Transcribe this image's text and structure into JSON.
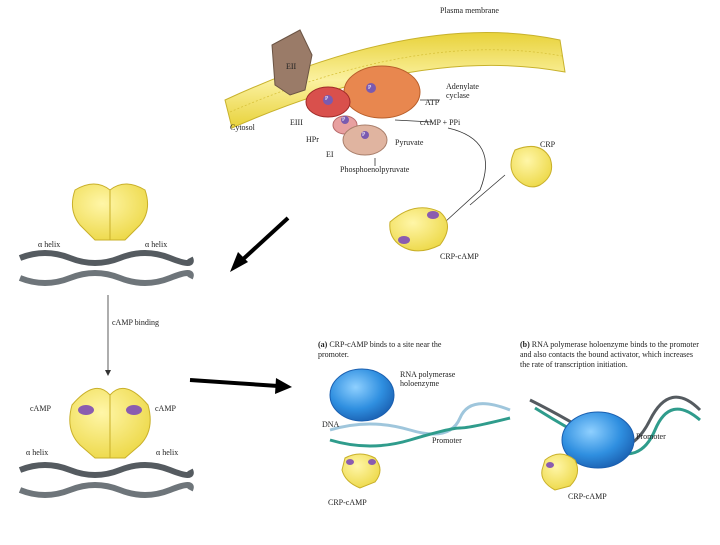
{
  "membrane_panel": {
    "plasma_membrane": "Plasma membrane",
    "eii": "EII",
    "eiii": "EIII",
    "adenylate_cyclase": "Adenylate cyclase",
    "atp": "ATP",
    "camp_ppi": "cAMP + PPi",
    "cytosol": "Cytosol",
    "hpr": "HPr",
    "ei": "EI",
    "pyruvate": "Pyruvate",
    "phosphoenolpyruvate": "Phosphoenolpyruvate",
    "p_symbol": "P",
    "crp": "CRP",
    "crp_camp": "CRP-cAMP"
  },
  "left_panel": {
    "alpha_helix": "α helix",
    "camp_binding": "cAMP binding",
    "camp": "cAMP"
  },
  "promoter_panel_a": {
    "caption_letter": "(a)",
    "caption": "CRP-cAMP binds to a site near the promoter.",
    "rna_polymerase": "RNA polymerase holoenzyme",
    "dna": "DNA",
    "promoter": "Promoter",
    "crp_camp": "CRP-cAMP"
  },
  "promoter_panel_b": {
    "caption_letter": "(b)",
    "caption": "RNA polymerase holoenzyme binds to the promoter and also contacts the bound activator, which increases the rate of transcription initiation.",
    "promoter": "Promoter",
    "crp_camp": "CRP-cAMP"
  },
  "colors": {
    "membrane": "#f3e05a",
    "crp": "#f5e35a",
    "camp": "#8a5cb0",
    "dna_dark": "#555b60",
    "dna_light": "#9fc6dc",
    "dna_teal": "#2f9c8c",
    "polymerase": "#2f8fe0",
    "eii": "#9a7b68",
    "eiii": "#d9504c",
    "cyclase": "#e8874f",
    "hpr": "#e8a0a0",
    "ei": "#e0b4a0"
  }
}
